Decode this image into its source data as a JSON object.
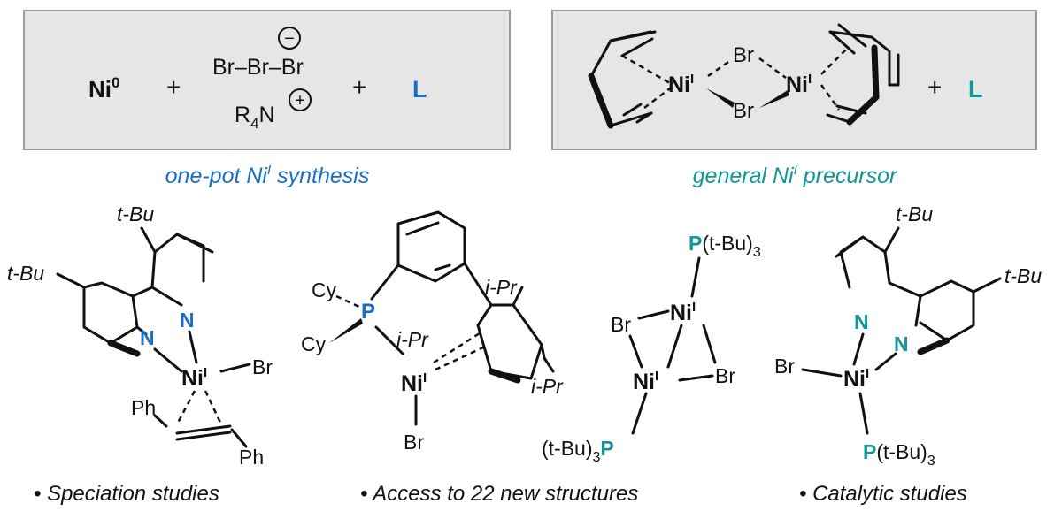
{
  "panel_left": {
    "ni0": "Ni",
    "ni0_sup": "0",
    "plus1": "+",
    "tribromide": "Br–Br–Br",
    "ammonium": "R",
    "ammonium_sub": "4",
    "ammonium_n": "N",
    "minus_sign": "−",
    "plus_charge": "+",
    "plus2": "+",
    "ligand": "L",
    "caption": "one-pot Ni",
    "caption_sup": "I",
    "caption_end": " synthesis"
  },
  "panel_right": {
    "br_top": "Br",
    "br_bottom": "Br",
    "ni_left": "Ni",
    "ni_right": "Ni",
    "ni_sup": "I",
    "plus": "+",
    "ligand": "L",
    "caption": "general Ni",
    "caption_sup": "I",
    "caption_end": " precursor"
  },
  "structure1": {
    "tbu_top": "t-Bu",
    "tbu_left": "t-Bu",
    "n1": "N",
    "n2": "N",
    "ni": "Ni",
    "ni_sup": "I",
    "br": "Br",
    "ph1": "Ph",
    "ph2": "Ph",
    "bullet": "• Speciation studies"
  },
  "structure2": {
    "cy1": "Cy",
    "cy2": "Cy",
    "p": "P",
    "ipr1": "i-Pr",
    "ipr2": "i-Pr",
    "ipr3": "i-Pr",
    "ni": "Ni",
    "ni_sup": "I",
    "br": "Br",
    "bullet": "• Access to 22 new structures"
  },
  "structure3": {
    "p_top": "P",
    "p_top_tail": "(t-Bu)",
    "p_top_sub": "3",
    "br1": "Br",
    "br2": "Br",
    "ni1": "Ni",
    "ni2": "Ni",
    "ni_sup": "I",
    "p_bot_head": "(t-Bu)",
    "p_bot_sub": "3",
    "p_bot": "P"
  },
  "structure4": {
    "tbu_top": "t-Bu",
    "tbu_right": "t-Bu",
    "n1": "N",
    "n2": "N",
    "ni": "Ni",
    "ni_sup": "I",
    "br": "Br",
    "p": "P",
    "p_tail": "(t-Bu)",
    "p_sub": "3",
    "bullet": "• Catalytic studies"
  },
  "colors": {
    "blue": "#1a6fc4",
    "teal": "#13959a",
    "panel_fill": "#e6e6e6",
    "panel_border": "#9a9a9a"
  }
}
